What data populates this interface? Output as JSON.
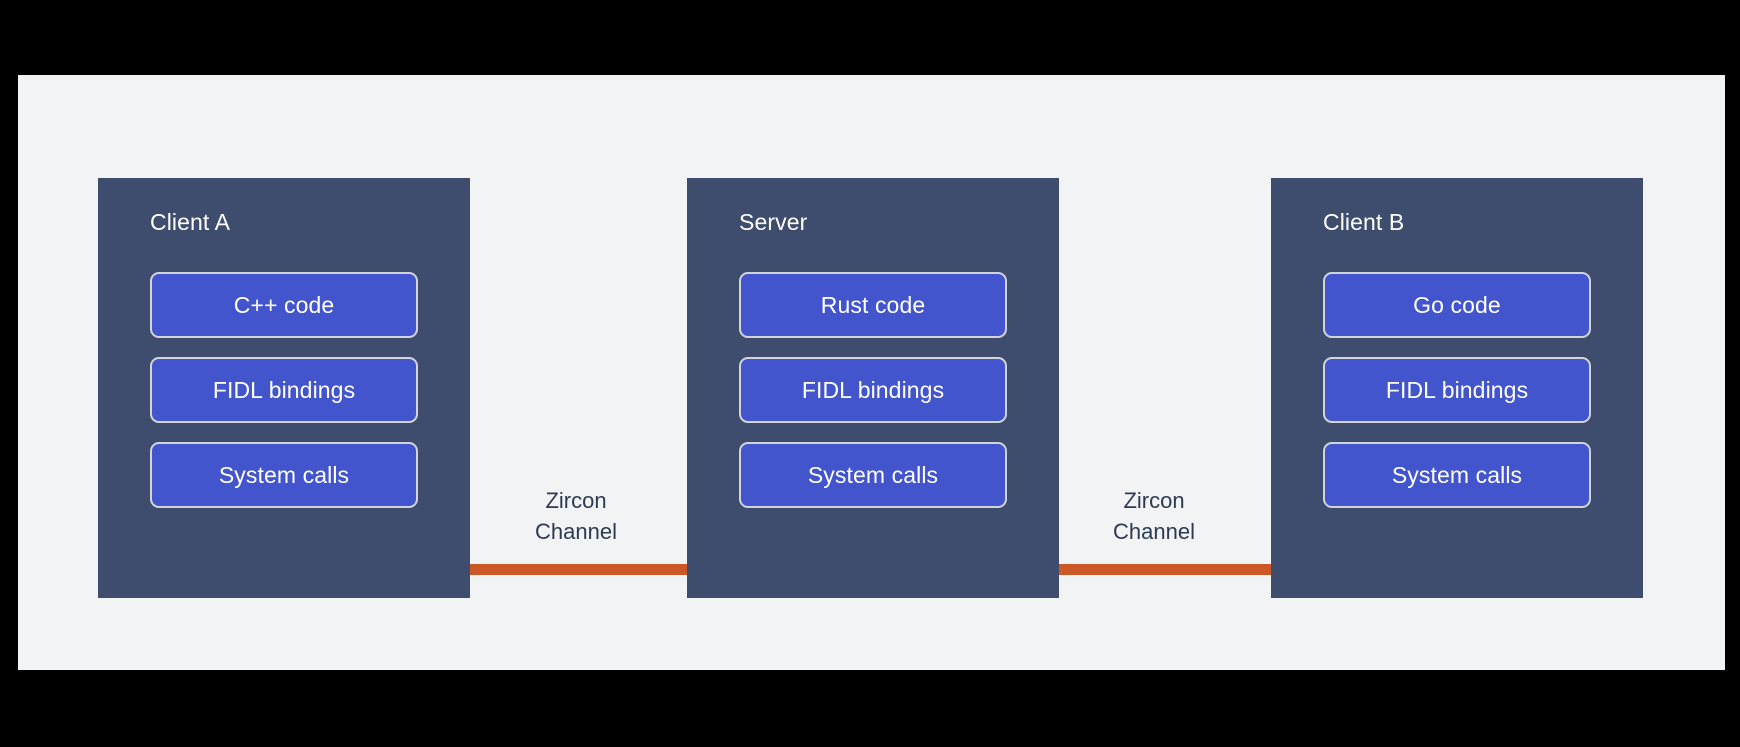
{
  "colors": {
    "letterbox": "#000000",
    "canvas": "#F1F3F5",
    "panel": "#3E4D6E",
    "box_fill": "#4355CC",
    "box_border": "#D2D4DA",
    "connector": "#CC5827",
    "panel_title_text": "#FFFFFF",
    "box_text": "#FFFFFF",
    "channel_label_text": "#2E3A52"
  },
  "diagram": {
    "panels": [
      {
        "id": "client-a",
        "title": "Client A",
        "layers": [
          {
            "label": "C++ code"
          },
          {
            "label": "FIDL bindings"
          },
          {
            "label": "System calls"
          }
        ]
      },
      {
        "id": "server",
        "title": "Server",
        "layers": [
          {
            "label": "Rust code"
          },
          {
            "label": "FIDL bindings"
          },
          {
            "label": "System calls"
          }
        ]
      },
      {
        "id": "client-b",
        "title": "Client B",
        "layers": [
          {
            "label": "Go code"
          },
          {
            "label": "FIDL bindings"
          },
          {
            "label": "System calls"
          }
        ]
      }
    ],
    "connectors": [
      {
        "id": "left",
        "from": "client-a",
        "to": "server",
        "label_line1": "Zircon",
        "label_line2": "Channel"
      },
      {
        "id": "right",
        "from": "server",
        "to": "client-b",
        "label_line1": "Zircon",
        "label_line2": "Channel"
      }
    ]
  }
}
